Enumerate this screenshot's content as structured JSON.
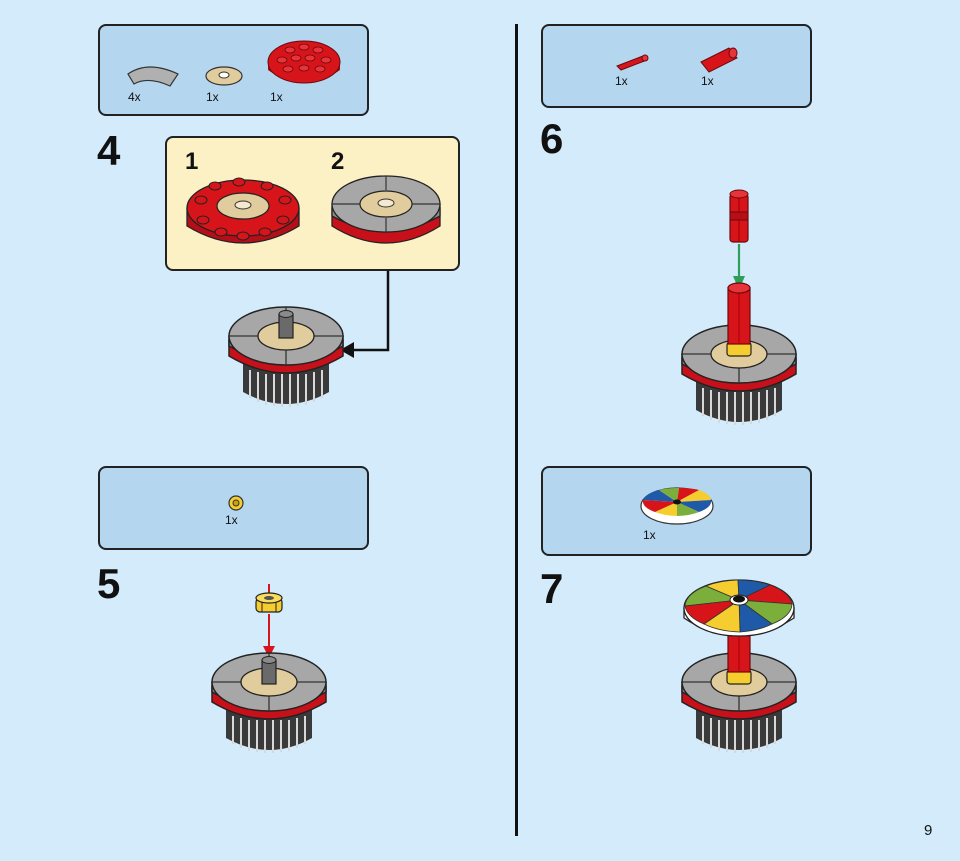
{
  "page": {
    "number": "9"
  },
  "steps": [
    {
      "number": "4",
      "parts": [
        {
          "qty": "4x",
          "name": "grey-curved-tile"
        },
        {
          "qty": "1x",
          "name": "tan-round-tile"
        },
        {
          "qty": "1x",
          "name": "red-round-plate"
        }
      ],
      "substeps": [
        {
          "number": "1"
        },
        {
          "number": "2"
        }
      ]
    },
    {
      "number": "5",
      "parts": [
        {
          "qty": "1x",
          "name": "yellow-bushing"
        }
      ]
    },
    {
      "number": "6",
      "parts": [
        {
          "qty": "1x",
          "name": "red-axle-short"
        },
        {
          "qty": "1x",
          "name": "red-axle-connector"
        }
      ]
    },
    {
      "number": "7",
      "parts": [
        {
          "qty": "1x",
          "name": "striped-dish"
        }
      ]
    }
  ],
  "colors": {
    "background": "#d3ebfa",
    "parts_box": "#b4d6ef",
    "substep_box": "#fbf1c4",
    "lego_red": "#d7141a",
    "lego_grey": "#a3a3a3",
    "lego_tan": "#e4cd9e",
    "lego_yellow": "#f5cd2f",
    "lego_blue": "#1e5aa8",
    "lego_green": "#7cae3c",
    "arrow_green": "#2ca05a",
    "arrow_red": "#d7141a"
  }
}
